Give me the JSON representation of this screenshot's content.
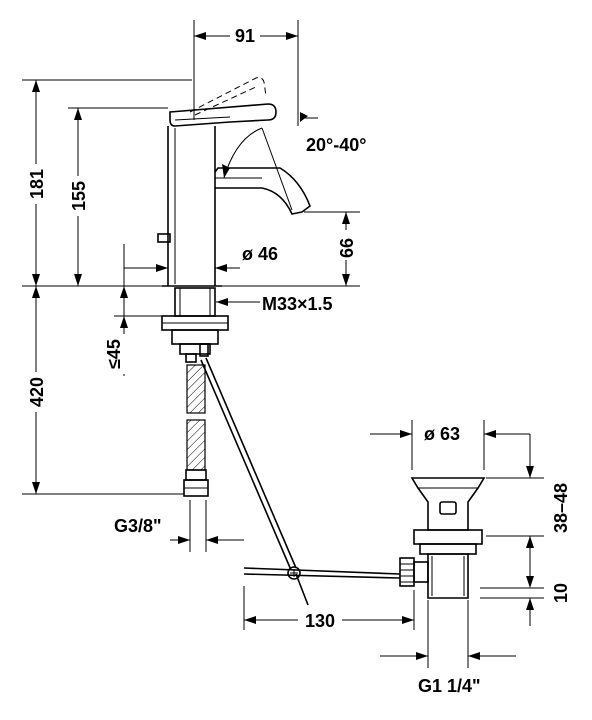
{
  "dimensions": {
    "width_91": "91",
    "angle": "20°-40°",
    "height_181": "181",
    "height_155": "155",
    "height_66": "66",
    "diameter_46": "ø 46",
    "thread_m33": "M33×1.5",
    "max_45": "≤45",
    "length_420": "420",
    "thread_g38": "G3/8\"",
    "diameter_63": "ø 63",
    "range_38_48": "38–48",
    "length_130": "130",
    "height_10": "10",
    "thread_g114": "G1 1/4\""
  }
}
